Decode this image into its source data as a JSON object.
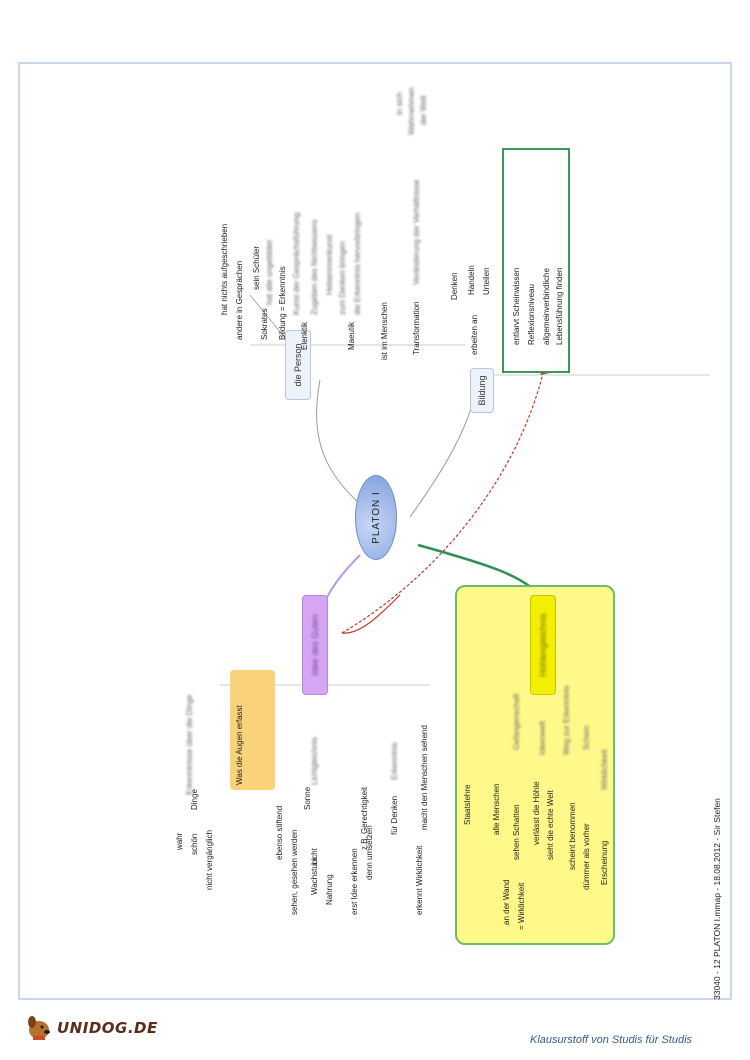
{
  "center": {
    "label": "PLATON I"
  },
  "branches": {
    "person": {
      "label": "die Person"
    },
    "bildung": {
      "label": "Bildung"
    },
    "ideenlehre": {
      "label": "Idee des Guten"
    },
    "hoehlengleichnis": {
      "label": "Höhlengleichnis"
    }
  },
  "person_items": [
    "hat nichts aufgeschrieben",
    "andere in Gesprächen",
    "sein Schüler",
    "Sokrates",
    "hat alle ungebildet",
    "Bildung = Erkenntnis",
    "Kunst der Gesprächsführung",
    "Elenktik",
    "Zugeben des Nichtwissens",
    "Hebammenkunst",
    "zum Denken bringen",
    "Maeutik",
    "die Erkenntnis hervorbringen"
  ],
  "bildung_items": [
    "ist im Menschen",
    "Transformation",
    "Veränderung der Verhältnisse",
    "in sich",
    "Wahrnehmen",
    "der Welt",
    "erbeiten an",
    "Denken",
    "Handeln",
    "Urteilen"
  ],
  "box_items": [
    "entlarvt Scheinwissen",
    "Reflexionsniveau",
    "allgemeinverbindliche",
    "Lebensführung finden"
  ],
  "ideen_items": [
    "wahr",
    "schön",
    "nicht vergänglich",
    "Dinge",
    "Erkenntnisse über die Dinge",
    "Was die Augen erfasst",
    "Sonne",
    "Lichtgleichnis",
    "ebenso stiftend",
    "Licht",
    "sehen, gesehen werden",
    "Wachstum",
    "Nahrung",
    "erst Idee erkennen",
    "z.B. Gerechtigkeit",
    "denn umsetzen",
    "für Denken",
    "Erkenntnis",
    "erkennt Wirklichkeit",
    "macht den Menschen sehend"
  ],
  "hoehle_items": [
    "Staatslehre",
    "alle Menschen",
    "sehen Schatten",
    "an der Wand",
    "= Wirklichkeit",
    "verlässt die Höhle",
    "sieht die echte Welt",
    "scheint benommen",
    "dümmer als vorher",
    "Erscheinung",
    "Gefangenschaft",
    "Ideenwelt",
    "Weg zur Erkenntnis",
    "Schein",
    "Wirklichkeit"
  ],
  "caption": "33040 - 12 PLATON I.mmap - 18.08.2012 - Sir Stefen",
  "footer": {
    "logo_text": "UNIDOG.DE",
    "tagline": "Klausurstoff von Studis für Studis"
  },
  "colors": {
    "frame": "#c9d7ea",
    "center_fill": "#8fb0e6",
    "person_fill": "#eef2fb",
    "ideen_fill": "#d7a6f2",
    "hoehle_fill": "#fff98a",
    "hoehle_border": "#6dbb6b",
    "box_border": "#3a9a55",
    "arrow": "#c0392b"
  }
}
